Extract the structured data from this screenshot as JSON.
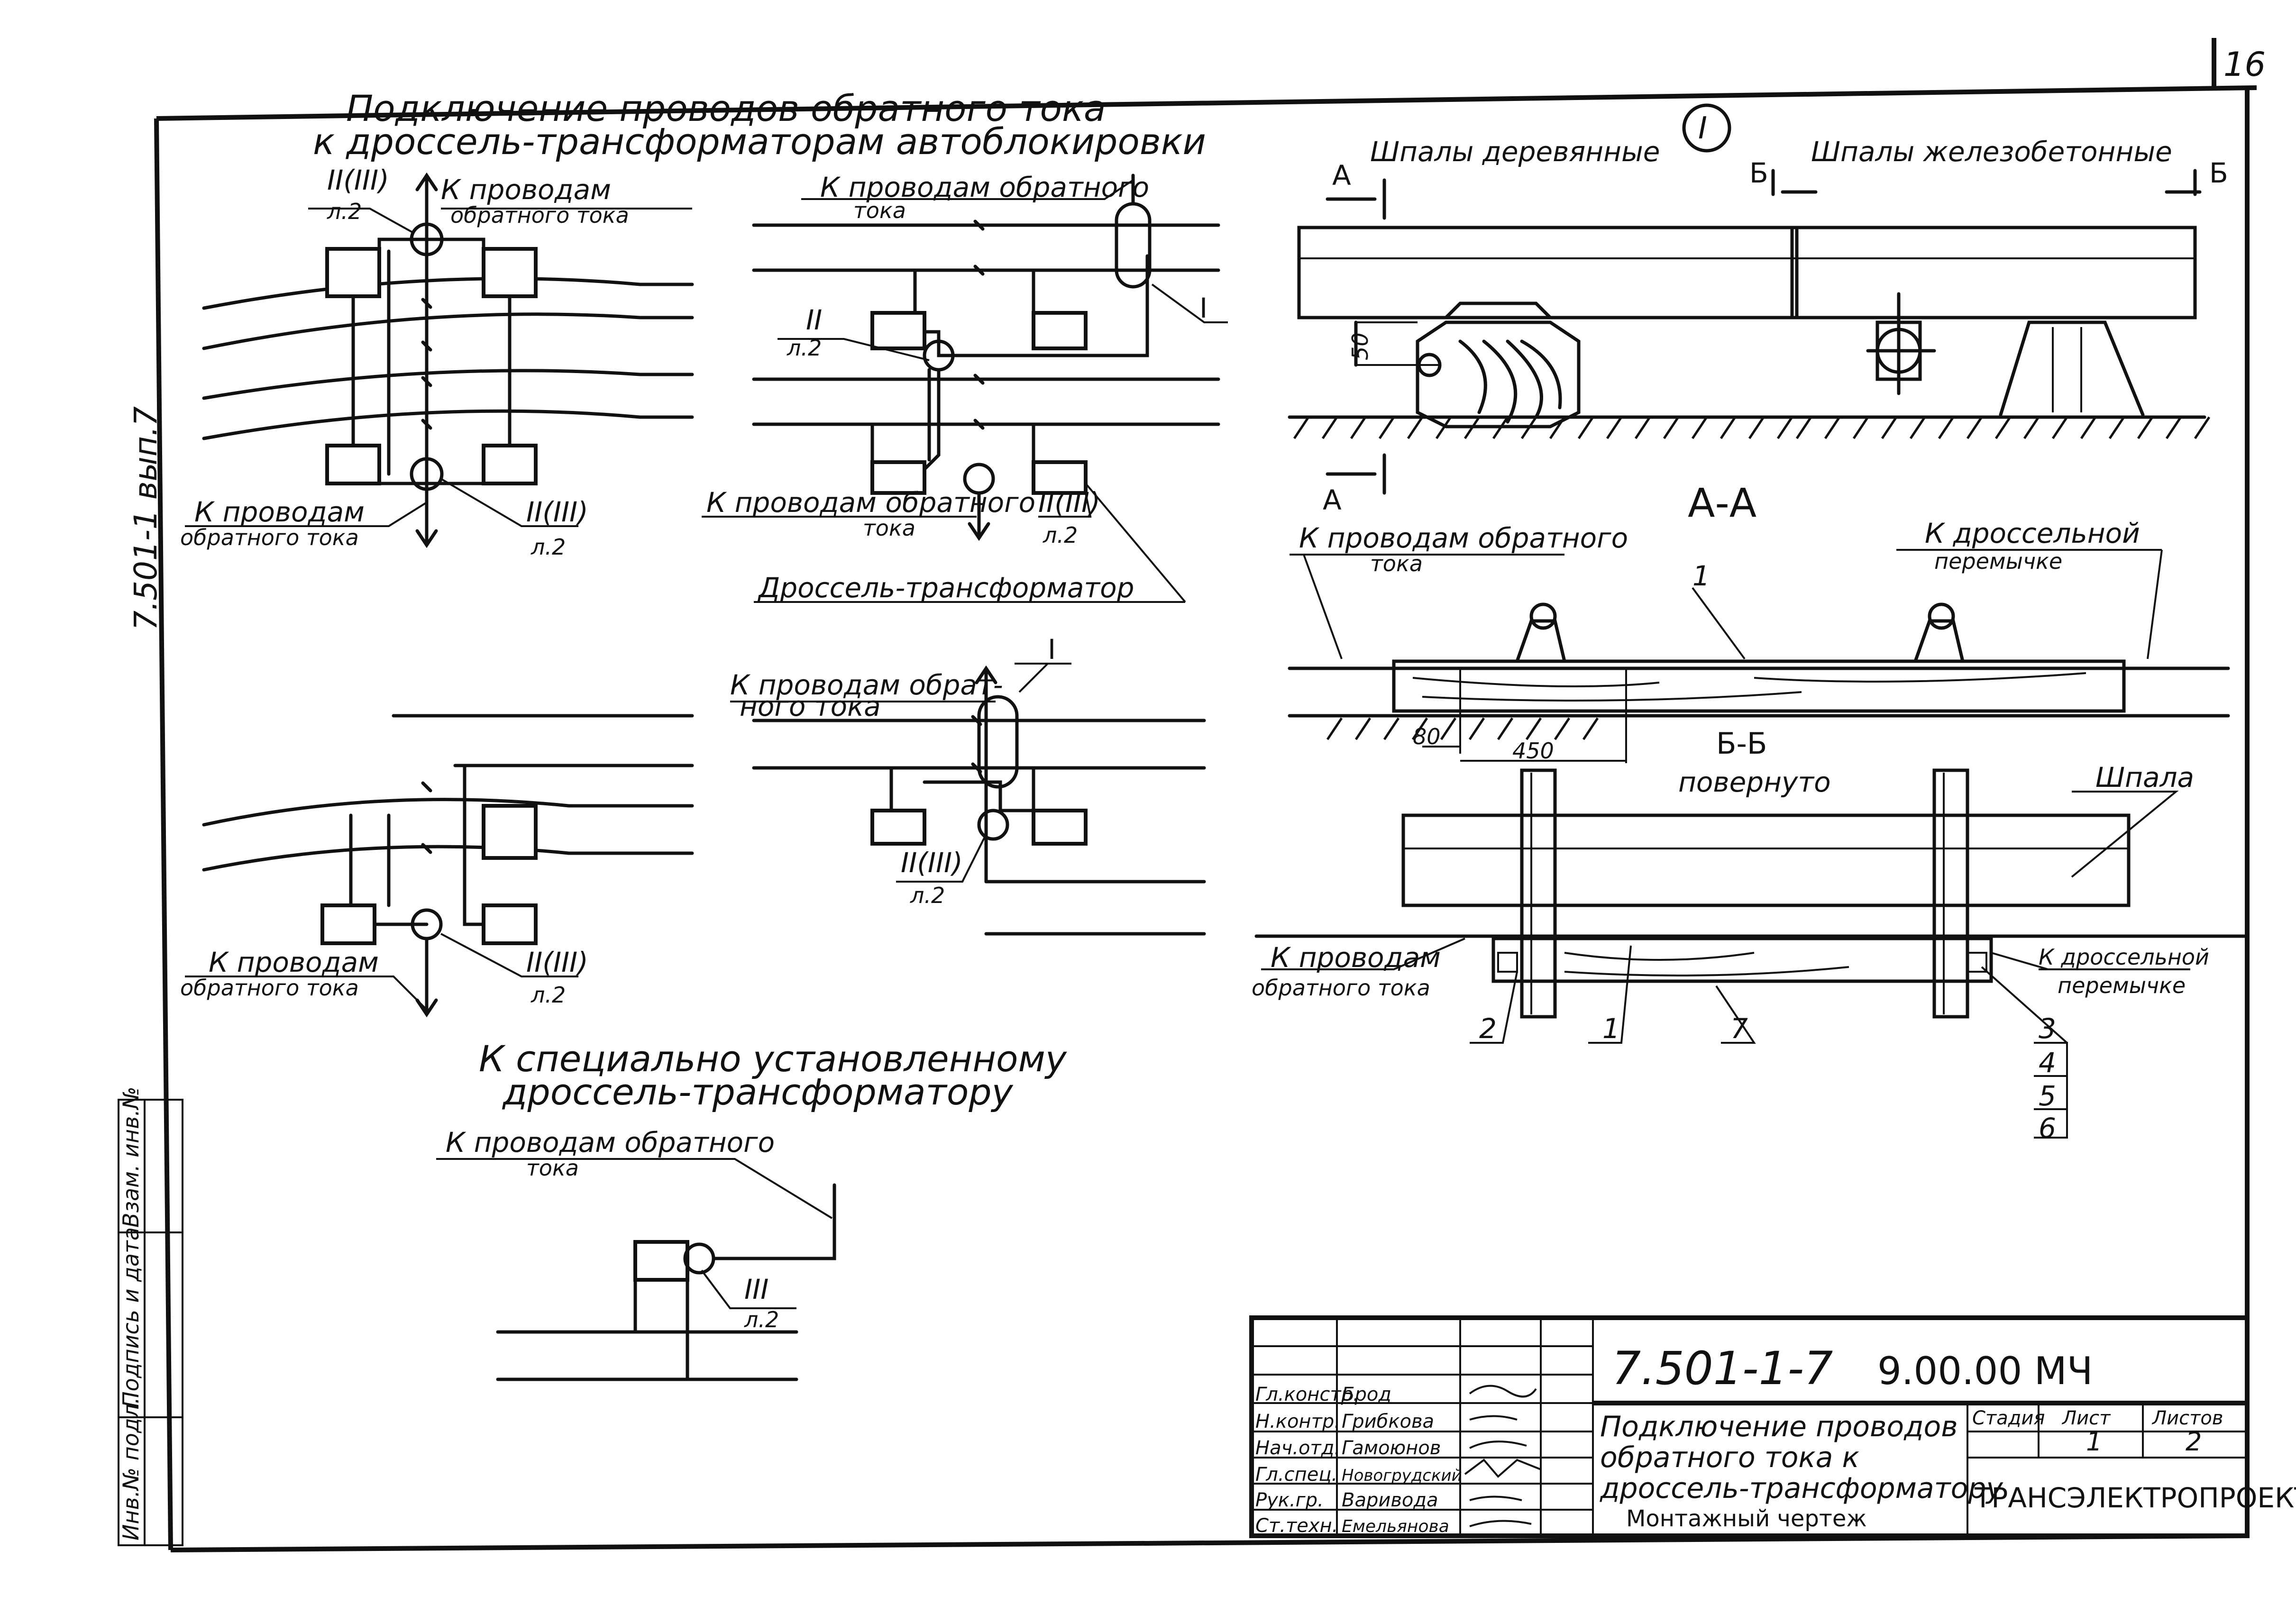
{
  "sheet": {
    "page_number": "16",
    "side_stamp": "7.501-1 вып.7"
  },
  "titles": {
    "main_line1": "Подключение проводов обратного тока",
    "main_line2": "к дроссель-трансформаторам автоблокировки",
    "special_line1": "К специально установленному",
    "special_line2": "дроссель-трансформатору",
    "node_marker": "I"
  },
  "labels": {
    "to_wires": "К проводам",
    "return_current": "обратного тока",
    "to_wires_return": "К проводам обратного",
    "current": "тока",
    "to_wires_retur_hyphen": "К проводам обрат-",
    "ного_тока": "ного тока",
    "to_wires_short": "К проводам обратного",
    "choke_transformer": "Дроссель-трансформатор",
    "ref_II_III": "II(III)",
    "ref_II": "II",
    "ref_I": "I",
    "ref_III": "III",
    "sheet_ref": "л.2",
    "wooden_sleepers": "Шпалы деревянные",
    "concrete_sleepers": "Шпалы железобетонные",
    "section_A": "А",
    "section_B": "Б",
    "section_AA": "А-А",
    "section_BB": "Б-Б",
    "rotated": "повернуто",
    "sleeper": "Шпала",
    "to_choke_jumper_1": "К дроссельной",
    "to_choke_jumper_2": "перемычке",
    "dim_50": "50",
    "dim_80": "80",
    "dim_450": "450",
    "pos_1": "1",
    "pos_2": "2",
    "pos_3": "3",
    "pos_4": "4",
    "pos_5": "5",
    "pos_6": "6",
    "pos_7": "7"
  },
  "left_stamp": {
    "col1": "Инв.№ подл.",
    "col2": "Подпись и дата",
    "col3": "Взам. инв.№"
  },
  "title_block": {
    "doc_code": "7.501-1-7",
    "doc_number": "9.00.00 МЧ",
    "title_line1": "Подключение проводов",
    "title_line2": "обратного тока к",
    "title_line3": "дроссель-трансформатору",
    "drawing_type": "Монтажный чертеж",
    "stage_hdr": "Стадия",
    "sheet_hdr": "Лист",
    "sheets_hdr": "Листов",
    "sheet_val": "1",
    "sheets_val": "2",
    "company": "ТРАНСЭЛЕКТРОПРОЕКТ",
    "roles": [
      {
        "role": "Гл.констр.",
        "name": "Брод"
      },
      {
        "role": "Н.контр.",
        "name": "Грибкова"
      },
      {
        "role": "Нач.отд.",
        "name": "Гамоюнов"
      },
      {
        "role": "Гл.спец.",
        "name": "Новогрудский"
      },
      {
        "role": "Рук.гр.",
        "name": "Вариводa"
      },
      {
        "role": "Ст.техн.",
        "name": "Емельянова"
      }
    ]
  }
}
